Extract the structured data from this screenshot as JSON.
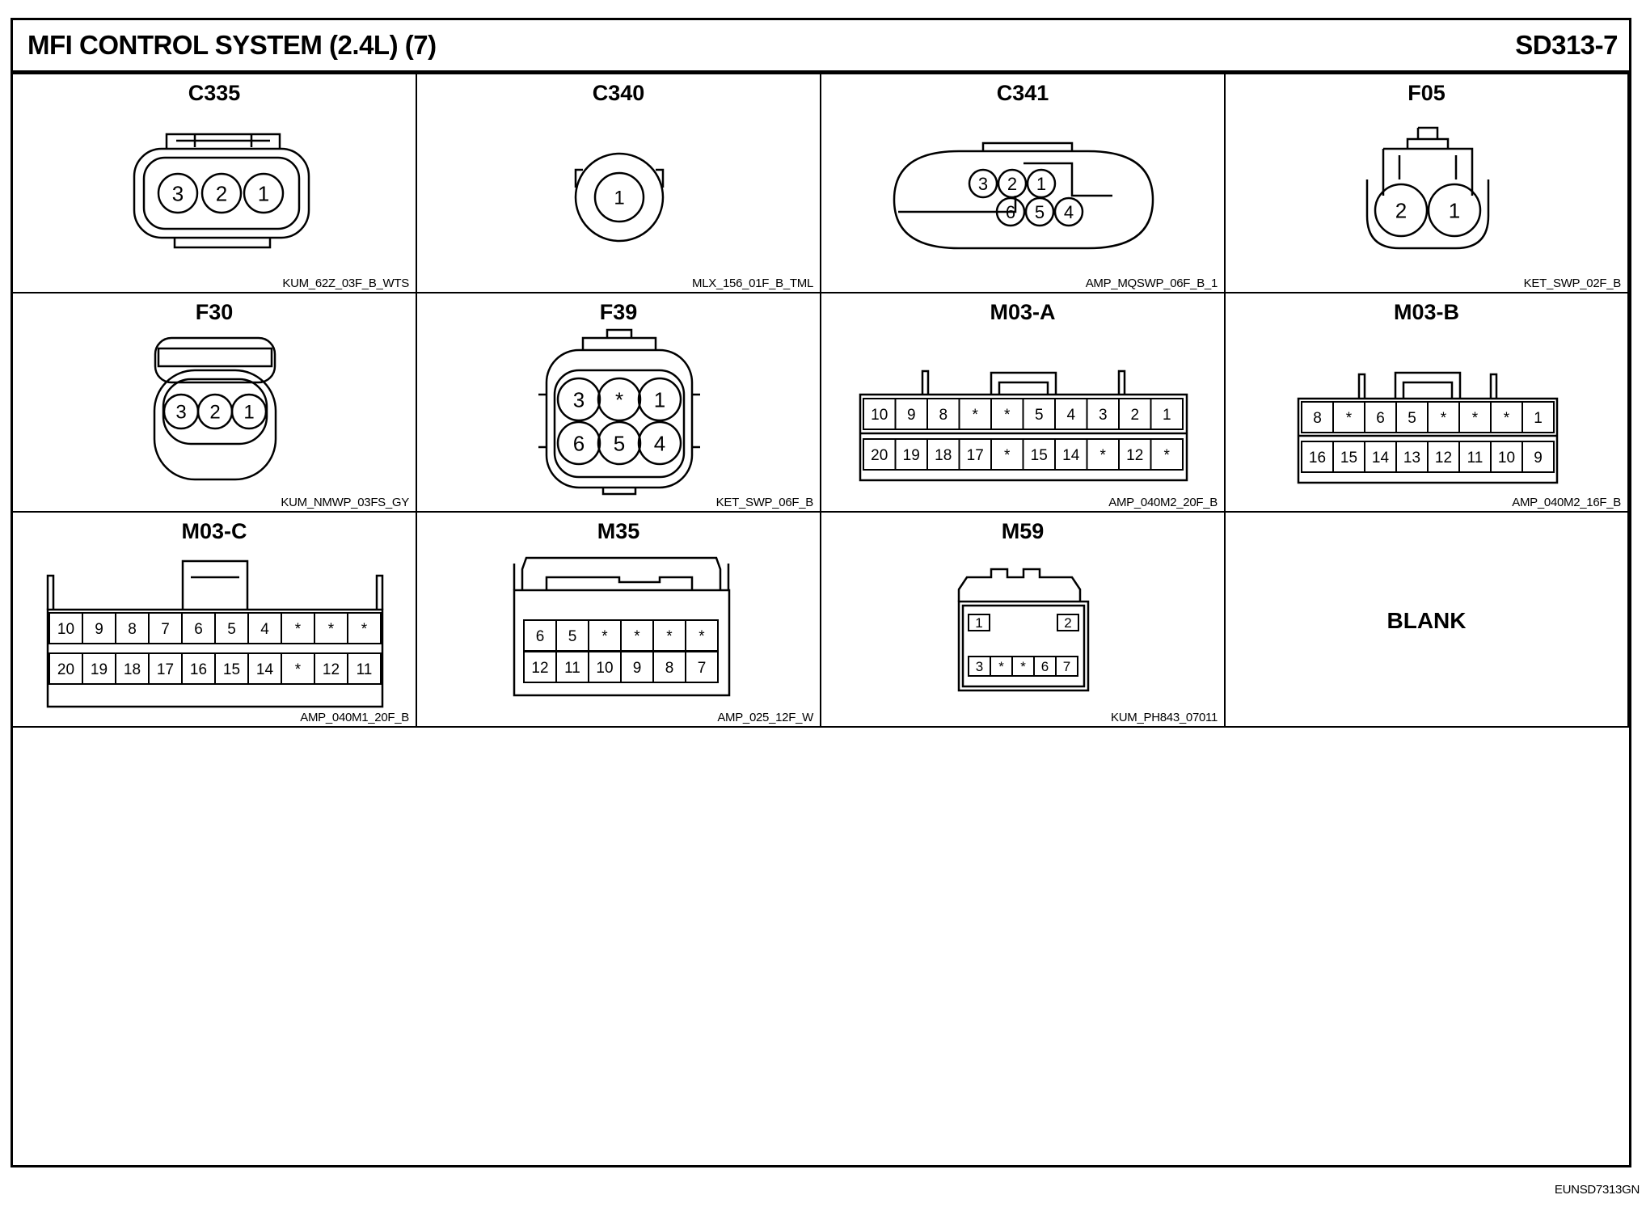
{
  "header": {
    "title": "MFI CONTROL SYSTEM (2.4L) (7)",
    "sheet": "SD313-7"
  },
  "connectors": [
    {
      "name": "C335",
      "code": "KUM_62Z_03F_B_WTS",
      "kind": "round3",
      "pins": [
        "3",
        "2",
        "1"
      ]
    },
    {
      "name": "C340",
      "code": "MLX_156_01F_B_TML",
      "kind": "single",
      "pins": [
        "1"
      ]
    },
    {
      "name": "C341",
      "code": "AMP_MQSWP_06F_B_1",
      "kind": "oval6",
      "pins": [
        [
          "3",
          "2",
          "1"
        ],
        [
          "6",
          "5",
          "4"
        ]
      ]
    },
    {
      "name": "F05",
      "code": "KET_SWP_02F_B",
      "kind": "round2",
      "pins": [
        "2",
        "1"
      ]
    },
    {
      "name": "F30",
      "code": "KUM_NMWP_03FS_GY",
      "kind": "capsule3",
      "pins": [
        "3",
        "2",
        "1"
      ]
    },
    {
      "name": "F39",
      "code": "KET_SWP_06F_B",
      "kind": "round6",
      "pins": [
        [
          "3",
          "*",
          "1"
        ],
        [
          "6",
          "5",
          "4"
        ]
      ]
    },
    {
      "name": "M03-A",
      "code": "AMP_040M2_20F_B",
      "kind": "rect20",
      "pins": [
        [
          "10",
          "9",
          "8",
          "*",
          "*",
          "5",
          "4",
          "3",
          "2",
          "1"
        ],
        [
          "20",
          "19",
          "18",
          "17",
          "*",
          "15",
          "14",
          "*",
          "12",
          "*"
        ]
      ]
    },
    {
      "name": "M03-B",
      "code": "AMP_040M2_16F_B",
      "kind": "rect16",
      "pins": [
        [
          "8",
          "*",
          "6",
          "5",
          "*",
          "*",
          "*",
          "1"
        ],
        [
          "16",
          "15",
          "14",
          "13",
          "12",
          "11",
          "10",
          "9"
        ]
      ]
    },
    {
      "name": "M03-C",
      "code": "AMP_040M1_20F_B",
      "kind": "rect20c",
      "pins": [
        [
          "10",
          "9",
          "8",
          "7",
          "6",
          "5",
          "4",
          "*",
          "*",
          "*"
        ],
        [
          "20",
          "19",
          "18",
          "17",
          "16",
          "15",
          "14",
          "*",
          "12",
          "11"
        ]
      ]
    },
    {
      "name": "M35",
      "code": "AMP_025_12F_W",
      "kind": "rect12",
      "pins": [
        [
          "6",
          "5",
          "*",
          "*",
          "*",
          "*"
        ],
        [
          "12",
          "11",
          "10",
          "9",
          "8",
          "7"
        ]
      ]
    },
    {
      "name": "M59",
      "code": "KUM_PH843_07011",
      "kind": "m59",
      "pins": {
        "top": [
          "1",
          "2"
        ],
        "bottom": [
          "3",
          "*",
          "*",
          "6",
          "7"
        ]
      }
    },
    {
      "name": "",
      "code": "",
      "kind": "blank",
      "label": "BLANK"
    }
  ],
  "footer": {
    "code": "EUNSD7313GN"
  }
}
